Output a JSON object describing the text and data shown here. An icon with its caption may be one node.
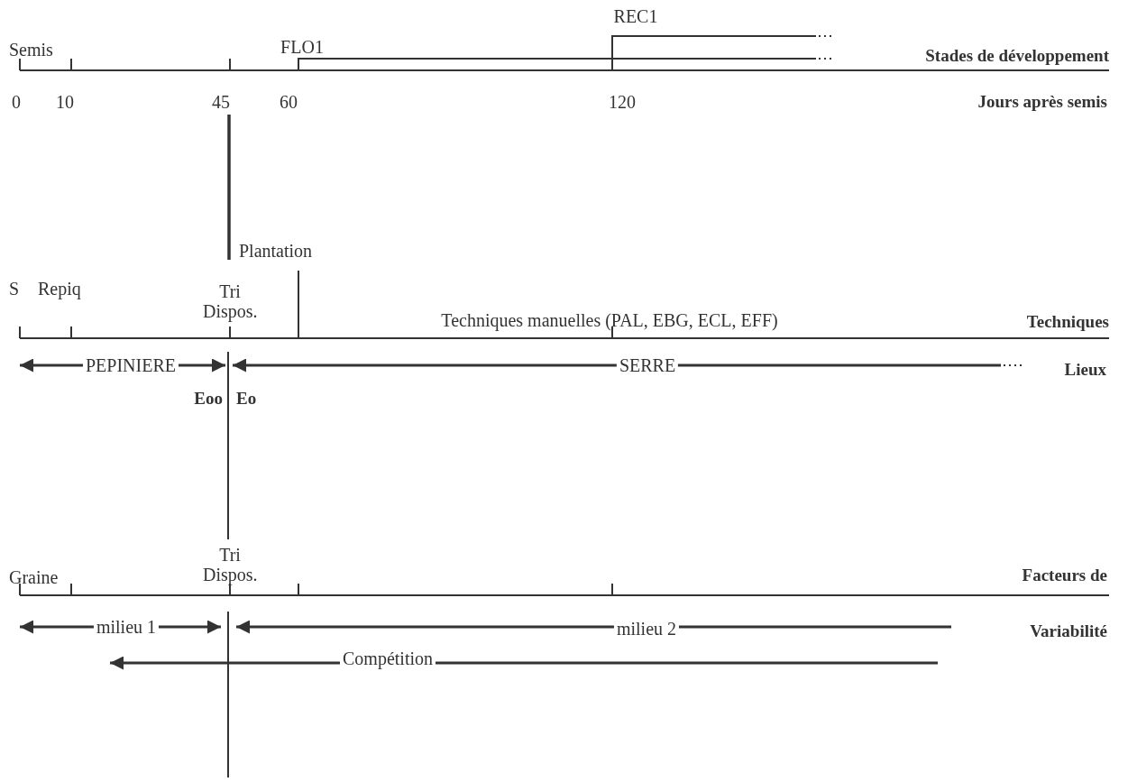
{
  "diagram": {
    "labels": [
      "REC1",
      "Semis",
      "FLO1",
      "Stades de développement",
      "0",
      "10",
      "45",
      "60",
      "120",
      "Jours après semis",
      "Plantation",
      "S",
      "Repiq",
      "Tri Dispos.",
      "Techniques manuelles (PAL, EBG, ECL, EFF)",
      "Techniques",
      "PEPINIERE",
      "SERRE",
      "Lieux",
      "Eoo",
      "Eo",
      "Tri Dispos.",
      "Graine",
      "Facteurs de",
      "milieu 1",
      "milieu 2",
      "Variabilité",
      "Compétition"
    ]
  }
}
